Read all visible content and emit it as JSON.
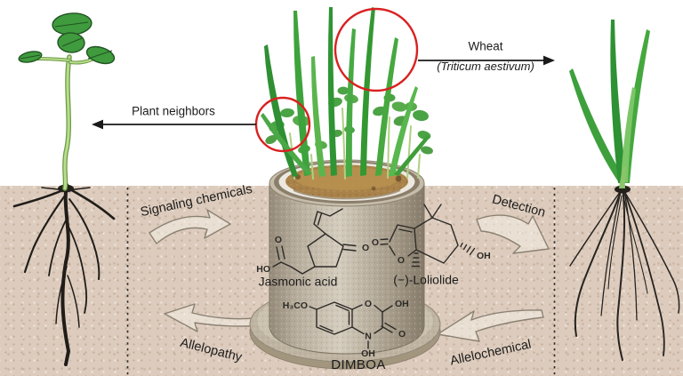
{
  "figure": {
    "plant_neighbors_label": "Plant neighbors",
    "wheat_label": "Wheat",
    "wheat_species_label": "(Triticum aestivum)",
    "signaling_label": "Signaling chemicals",
    "detection_label": "Detection",
    "allelopathy_label": "Allelopathy",
    "allelochemical_label": "Allelochemical",
    "chemicals": {
      "jasmonic_acid": {
        "name": "Jasmonic acid",
        "atoms": {
          "ketone_o": "O",
          "acid_o": "O",
          "acid_ho": "HO"
        }
      },
      "loliolide": {
        "name": "(−)-Loliolide",
        "atoms": {
          "carbonyl_o": "O",
          "ring_o": "O",
          "oh": "OH"
        }
      },
      "dimboa": {
        "name": "DIMBOA",
        "atoms": {
          "methoxy": "H₃CO",
          "ring_o": "O",
          "c2_oh": "OH",
          "c3_o": "O",
          "n": "N",
          "n_oh": "OH"
        }
      }
    },
    "colors": {
      "highlight_red": "#d92121",
      "soil": "#ddccbd",
      "pot": "#b4a997",
      "leaf_green": "#3f9e3c",
      "text": "#1c1c1c",
      "block_arrow_outline": "#8b8173"
    }
  }
}
